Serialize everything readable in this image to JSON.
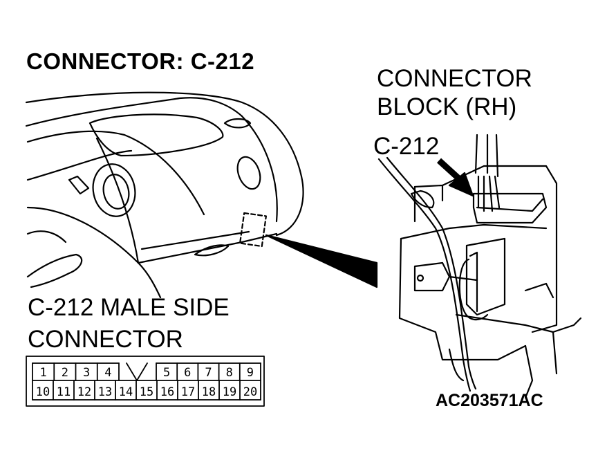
{
  "title": "CONNECTOR: C-212",
  "connector_block_line1": "CONNECTOR",
  "connector_block_line2": "BLOCK (RH)",
  "callout_label": "C-212",
  "male_side_line1": "C-212 MALE SIDE",
  "male_side_line2": "CONNECTOR",
  "figure_code": "AC203571AC",
  "pins_top": [
    "1",
    "2",
    "3",
    "4",
    "5",
    "6",
    "7",
    "8",
    "9"
  ],
  "pins_bottom": [
    "10",
    "11",
    "12",
    "13",
    "14",
    "15",
    "16",
    "17",
    "18",
    "19",
    "20"
  ],
  "icons": [
    "dashboard-illustration",
    "connector-block-illustration",
    "pointer-arrow-icon",
    "zoom-callout-wedge"
  ]
}
